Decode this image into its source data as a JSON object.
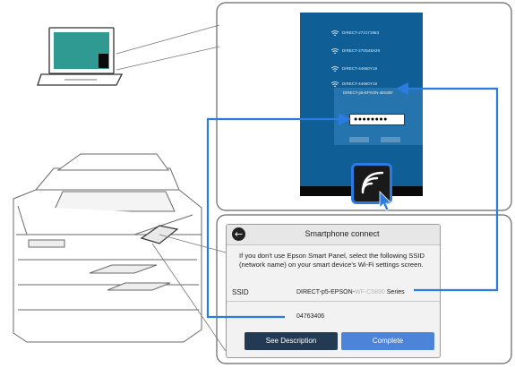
{
  "panel": {
    "title": "Smartphone connect",
    "description": "If you don't use Epson Smart Panel, select the following SSID (network name) on your smart device's Wi-Fi settings screen.",
    "ssid_label": "SSID",
    "ssid_prefix": "DIRECT-p5-EPSON-",
    "ssid_hidden": "WF-C5890",
    "ssid_suffix": " Series",
    "password": "04763406",
    "see_description_label": "See Description",
    "complete_label": "Complete"
  },
  "windows_popup": {
    "networks": [
      "DIRECT-272171963",
      "DIRECT-270S45X29",
      "DIRECT-44650Y18",
      "DIRECT-44650Y18"
    ],
    "selected_network": "DIRECT-p5-EPSON-4E535F",
    "password_mask": "●●●●●●●●"
  },
  "colors": {
    "callout_blue": "#2b7be0",
    "windows_blue": "#0f5f96",
    "complete_button": "#4b84d9",
    "description_button": "#233a55"
  }
}
